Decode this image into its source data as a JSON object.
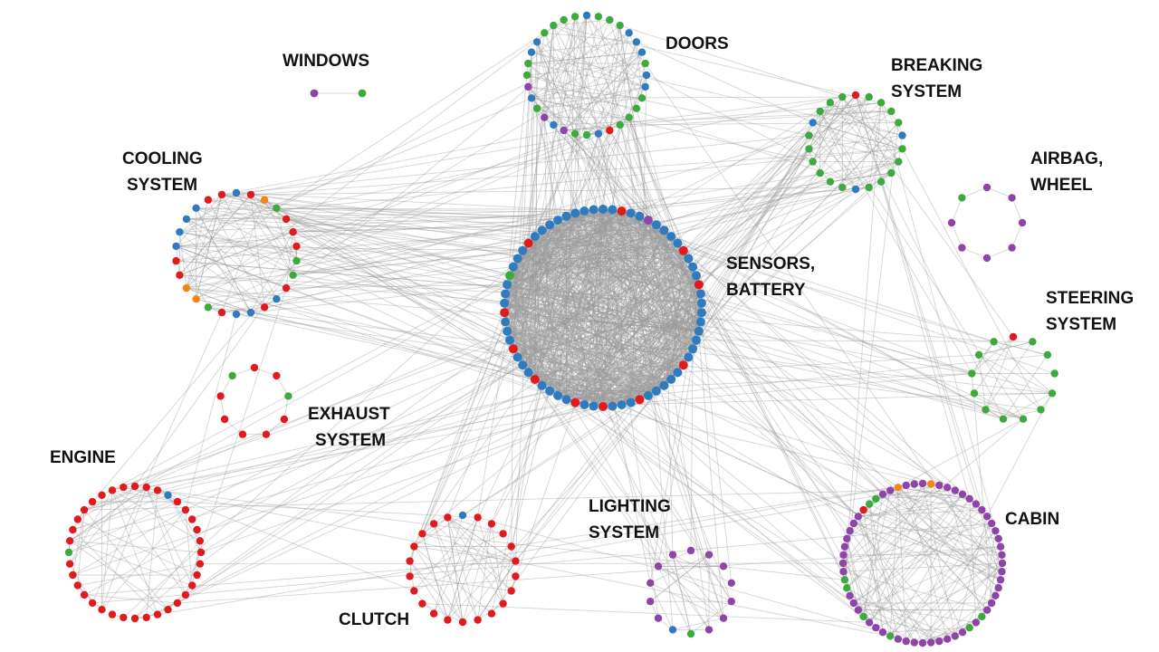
{
  "colors": {
    "red": "#e31a1c",
    "blue": "#2f7bbf",
    "green": "#3daa3d",
    "purple": "#8e44a8",
    "orange": "#f58518",
    "edge": "#9a9a9a"
  },
  "clusters": [
    {
      "id": "windows",
      "label_lines": [
        "WINDOWS"
      ],
      "node_count": 2,
      "node_colors": [
        "purple",
        "green"
      ]
    },
    {
      "id": "doors",
      "label_lines": [
        "DOORS"
      ],
      "node_count": 32,
      "node_colors": [
        "blue",
        "green",
        "green",
        "green",
        "blue",
        "blue",
        "blue",
        "green",
        "blue",
        "blue",
        "green",
        "green",
        "green",
        "green",
        "red",
        "blue",
        "green",
        "green",
        "purple",
        "blue",
        "purple",
        "green",
        "blue",
        "purple",
        "green",
        "green",
        "blue",
        "blue",
        "green",
        "green",
        "green",
        "green"
      ]
    },
    {
      "id": "breaking-system",
      "label_lines": [
        "BREAKING",
        "SYSTEM"
      ],
      "node_count": 22,
      "node_colors": [
        "red",
        "green",
        "green",
        "green",
        "green",
        "blue",
        "green",
        "green",
        "green",
        "green",
        "green",
        "blue",
        "green",
        "green",
        "green",
        "green",
        "green",
        "green",
        "blue",
        "green",
        "green",
        "green"
      ]
    },
    {
      "id": "airbag-wheel",
      "label_lines": [
        "AIRBAG,",
        "WHEEL"
      ],
      "node_count": 8,
      "node_colors": [
        "purple",
        "purple",
        "purple",
        "purple",
        "purple",
        "purple",
        "purple",
        "green"
      ]
    },
    {
      "id": "cooling-system",
      "label_lines": [
        "COOLING",
        "SYSTEM"
      ],
      "node_count": 26,
      "node_colors": [
        "blue",
        "red",
        "orange",
        "green",
        "red",
        "red",
        "red",
        "green",
        "green",
        "red",
        "blue",
        "red",
        "blue",
        "blue",
        "red",
        "green",
        "orange",
        "orange",
        "red",
        "red",
        "blue",
        "blue",
        "blue",
        "blue",
        "red",
        "red"
      ]
    },
    {
      "id": "sensors-battery",
      "label_lines": [
        "SENSORS,",
        "BATTERY"
      ],
      "node_count": 66,
      "node_colors": [
        "blue",
        "blue",
        "red",
        "blue",
        "blue",
        "purple",
        "blue",
        "blue",
        "blue",
        "blue",
        "red",
        "blue",
        "blue",
        "blue",
        "red",
        "blue",
        "blue",
        "blue",
        "blue",
        "blue",
        "blue",
        "blue",
        "blue",
        "red",
        "blue",
        "blue",
        "blue",
        "blue",
        "blue",
        "red",
        "blue",
        "blue",
        "blue",
        "red",
        "blue",
        "blue",
        "red",
        "blue",
        "blue",
        "blue",
        "blue",
        "red",
        "blue",
        "blue",
        "blue",
        "red",
        "blue",
        "blue",
        "blue",
        "red",
        "blue",
        "blue",
        "blue",
        "green",
        "blue",
        "blue",
        "blue",
        "red",
        "blue",
        "blue",
        "blue",
        "blue",
        "blue",
        "blue",
        "blue",
        "blue"
      ]
    },
    {
      "id": "steering-system",
      "label_lines": [
        "STEERING",
        "SYSTEM"
      ],
      "node_count": 13,
      "node_colors": [
        "red",
        "green",
        "green",
        "green",
        "green",
        "green",
        "green",
        "green",
        "green",
        "green",
        "green",
        "green",
        "green"
      ]
    },
    {
      "id": "exhaust-system",
      "label_lines": [
        "EXHAUST",
        "SYSTEM"
      ],
      "node_count": 9,
      "node_colors": [
        "red",
        "red",
        "green",
        "red",
        "red",
        "red",
        "red",
        "red",
        "green"
      ]
    },
    {
      "id": "engine",
      "label_lines": [
        "ENGINE"
      ],
      "node_count": 36,
      "node_colors": [
        "red",
        "red",
        "red",
        "blue",
        "red",
        "red",
        "red",
        "red",
        "red",
        "red",
        "red",
        "red",
        "red",
        "red",
        "red",
        "red",
        "red",
        "red",
        "red",
        "red",
        "red",
        "red",
        "red",
        "red",
        "red",
        "red",
        "red",
        "green",
        "red",
        "red",
        "red",
        "red",
        "red",
        "red",
        "red",
        "red"
      ]
    },
    {
      "id": "clutch",
      "label_lines": [
        "CLUTCH"
      ],
      "node_count": 22,
      "node_colors": [
        "blue",
        "red",
        "red",
        "red",
        "red",
        "red",
        "red",
        "red",
        "red",
        "red",
        "red",
        "red",
        "red",
        "red",
        "red",
        "red",
        "red",
        "red",
        "red",
        "red",
        "red",
        "red"
      ]
    },
    {
      "id": "lighting-system",
      "label_lines": [
        "LIGHTING",
        "SYSTEM"
      ],
      "node_count": 14,
      "node_colors": [
        "purple",
        "purple",
        "purple",
        "purple",
        "purple",
        "purple",
        "purple",
        "green",
        "blue",
        "purple",
        "purple",
        "purple",
        "purple",
        "purple"
      ]
    },
    {
      "id": "cabin",
      "label_lines": [
        "CABIN"
      ],
      "node_count": 60,
      "node_colors": [
        "purple",
        "orange",
        "purple",
        "purple",
        "purple",
        "purple",
        "purple",
        "purple",
        "purple",
        "purple",
        "purple",
        "purple",
        "purple",
        "purple",
        "purple",
        "purple",
        "purple",
        "purple",
        "purple",
        "purple",
        "purple",
        "purple",
        "green",
        "purple",
        "green",
        "purple",
        "purple",
        "purple",
        "purple",
        "purple",
        "purple",
        "purple",
        "purple",
        "purple",
        "green",
        "purple",
        "purple",
        "purple",
        "green",
        "purple",
        "purple",
        "purple",
        "green",
        "green",
        "purple",
        "purple",
        "purple",
        "purple",
        "purple",
        "purple",
        "purple",
        "purple",
        "red",
        "green",
        "green",
        "purple",
        "purple",
        "orange",
        "purple",
        "purple"
      ]
    }
  ]
}
